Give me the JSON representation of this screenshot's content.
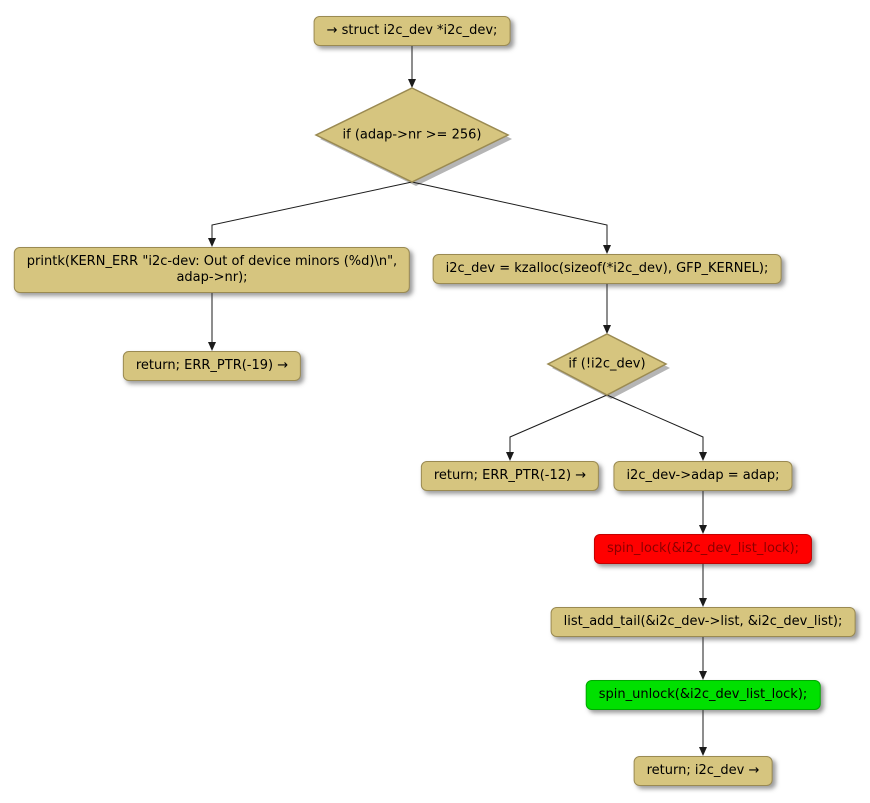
{
  "colors": {
    "node_fill": "#d6c57f",
    "node_border": "#9a8a52",
    "red_fill": "#ff0000",
    "red_border": "#c40000",
    "red_text": "#8b0000",
    "green_fill": "#00e000",
    "green_border": "#00a800",
    "edge": "#1b1b1b"
  },
  "nodes": {
    "start": {
      "label": "→ struct i2c_dev *i2c_dev;"
    },
    "cond_nr": {
      "label": "if (adap->nr >= 256)"
    },
    "printk": {
      "line1": "printk(KERN_ERR \"i2c-dev: Out of device minors (%d)\\n\",",
      "line2": "adap->nr);"
    },
    "return_err19": {
      "label": "return; ERR_PTR(-19) →"
    },
    "kzalloc": {
      "label": "i2c_dev = kzalloc(sizeof(*i2c_dev), GFP_KERNEL);"
    },
    "cond_null": {
      "label": "if (!i2c_dev)"
    },
    "return_err12": {
      "label": "return; ERR_PTR(-12) →"
    },
    "assign_adap": {
      "label": "i2c_dev->adap = adap;"
    },
    "spin_lock": {
      "label": "spin_lock(&i2c_dev_list_lock);"
    },
    "list_add_tail": {
      "label": "list_add_tail(&i2c_dev->list, &i2c_dev_list);"
    },
    "spin_unlock": {
      "label": "spin_unlock(&i2c_dev_list_lock);"
    },
    "return_dev": {
      "label": "return; i2c_dev →"
    }
  }
}
